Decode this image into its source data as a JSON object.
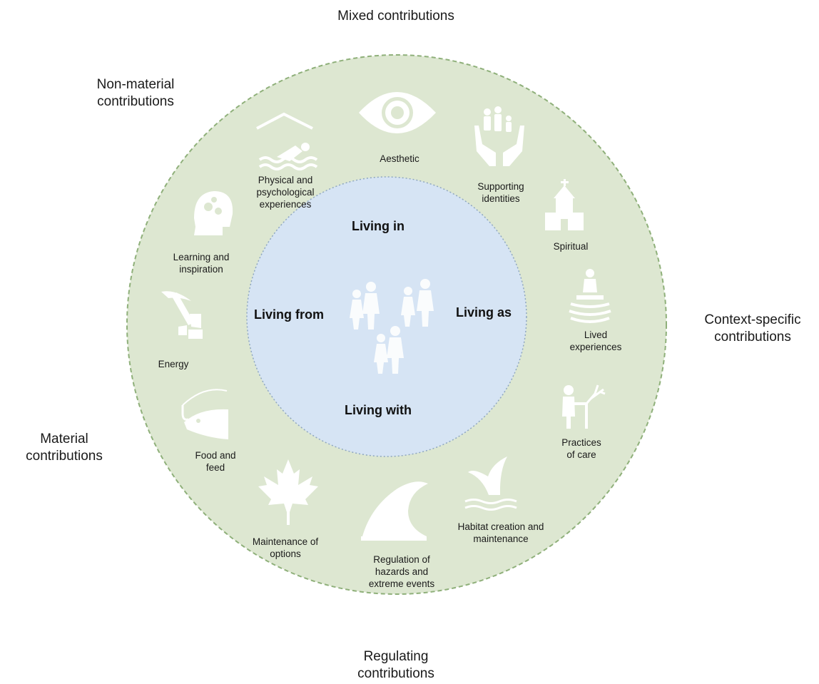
{
  "colors": {
    "outer_fill": "#dde7d1",
    "outer_border": "#8fb07a",
    "inner_fill": "#d6e4f4",
    "inner_border": "#8ea6c0",
    "icon_fill": "#ffffff"
  },
  "category_labels": {
    "mixed": "Mixed contributions",
    "non_material": "Non-material contributions",
    "context_specific": "Context-specific contributions",
    "material": "Material contributions",
    "regulating": "Regulating contributions"
  },
  "center": {
    "living_in": "Living in",
    "living_from": "Living from",
    "living_as": "Living as",
    "living_with": "Living with",
    "icon": "people-group-icon"
  },
  "contributions": {
    "aesthetic": {
      "label": "Aesthetic",
      "icon": "eye-icon"
    },
    "supporting_identities": {
      "label": "Supporting identities",
      "icon": "family-in-hands-icon"
    },
    "spiritual": {
      "label": "Spiritual",
      "icon": "church-icon"
    },
    "lived_experiences": {
      "label": "Lived experiences",
      "icon": "person-meditating-icon"
    },
    "practices_of_care": {
      "label": "Practices of care",
      "icon": "person-with-tree-icon"
    },
    "habitat": {
      "label": "Habitat creation and maintenance",
      "icon": "whale-tail-icon"
    },
    "hazards": {
      "label": "Regulation of hazards and extreme events",
      "icon": "wave-icon"
    },
    "options": {
      "label": "Maintenance of options",
      "icon": "maple-leaf-icon"
    },
    "food": {
      "label": "Food and feed",
      "icon": "fish-hook-icon"
    },
    "energy": {
      "label": "Energy",
      "icon": "pickaxe-icon"
    },
    "learning": {
      "label": "Learning and inspiration",
      "icon": "head-gears-icon"
    },
    "physical": {
      "label": "Physical and psychological experiences",
      "icon": "swimmer-icon"
    }
  }
}
